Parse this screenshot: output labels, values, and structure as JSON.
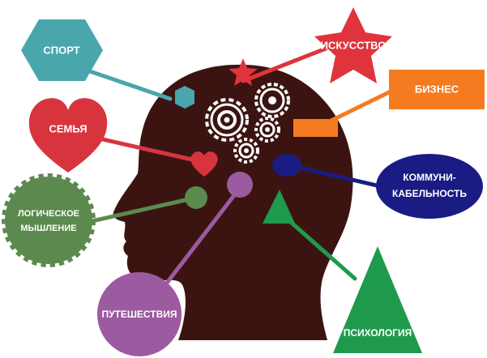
{
  "labels": {
    "sport": "СПОРТ",
    "art": "ИСКУССТВО",
    "business": "БИЗНЕС",
    "family": "СЕМЬЯ",
    "communicability_1": "КОММУНИ-",
    "communicability_2": "КАБЕЛЬНОСТЬ",
    "logic_1": "ЛОГИЧЕСКОЕ",
    "logic_2": "МЫШЛЕНИЕ",
    "travel": "ПУТЕШЕСТВИЯ",
    "psychology": "ПСИХОЛОГИЯ"
  },
  "colors": {
    "head": "#3b1412",
    "sport": "#4aa6ad",
    "art": "#e0343d",
    "business": "#f47b20",
    "family": "#d8343e",
    "communicability": "#1a1c84",
    "logic": "#5c8a4e",
    "travel": "#9c5aa0",
    "psychology": "#1f9a4d",
    "gears": "#ffffff"
  },
  "icons": [
    "gears-icon",
    "hexagon-icon",
    "star-icon",
    "rectangle-icon",
    "heart-icon",
    "ellipse-icon",
    "circle-icon",
    "triangle-icon"
  ]
}
